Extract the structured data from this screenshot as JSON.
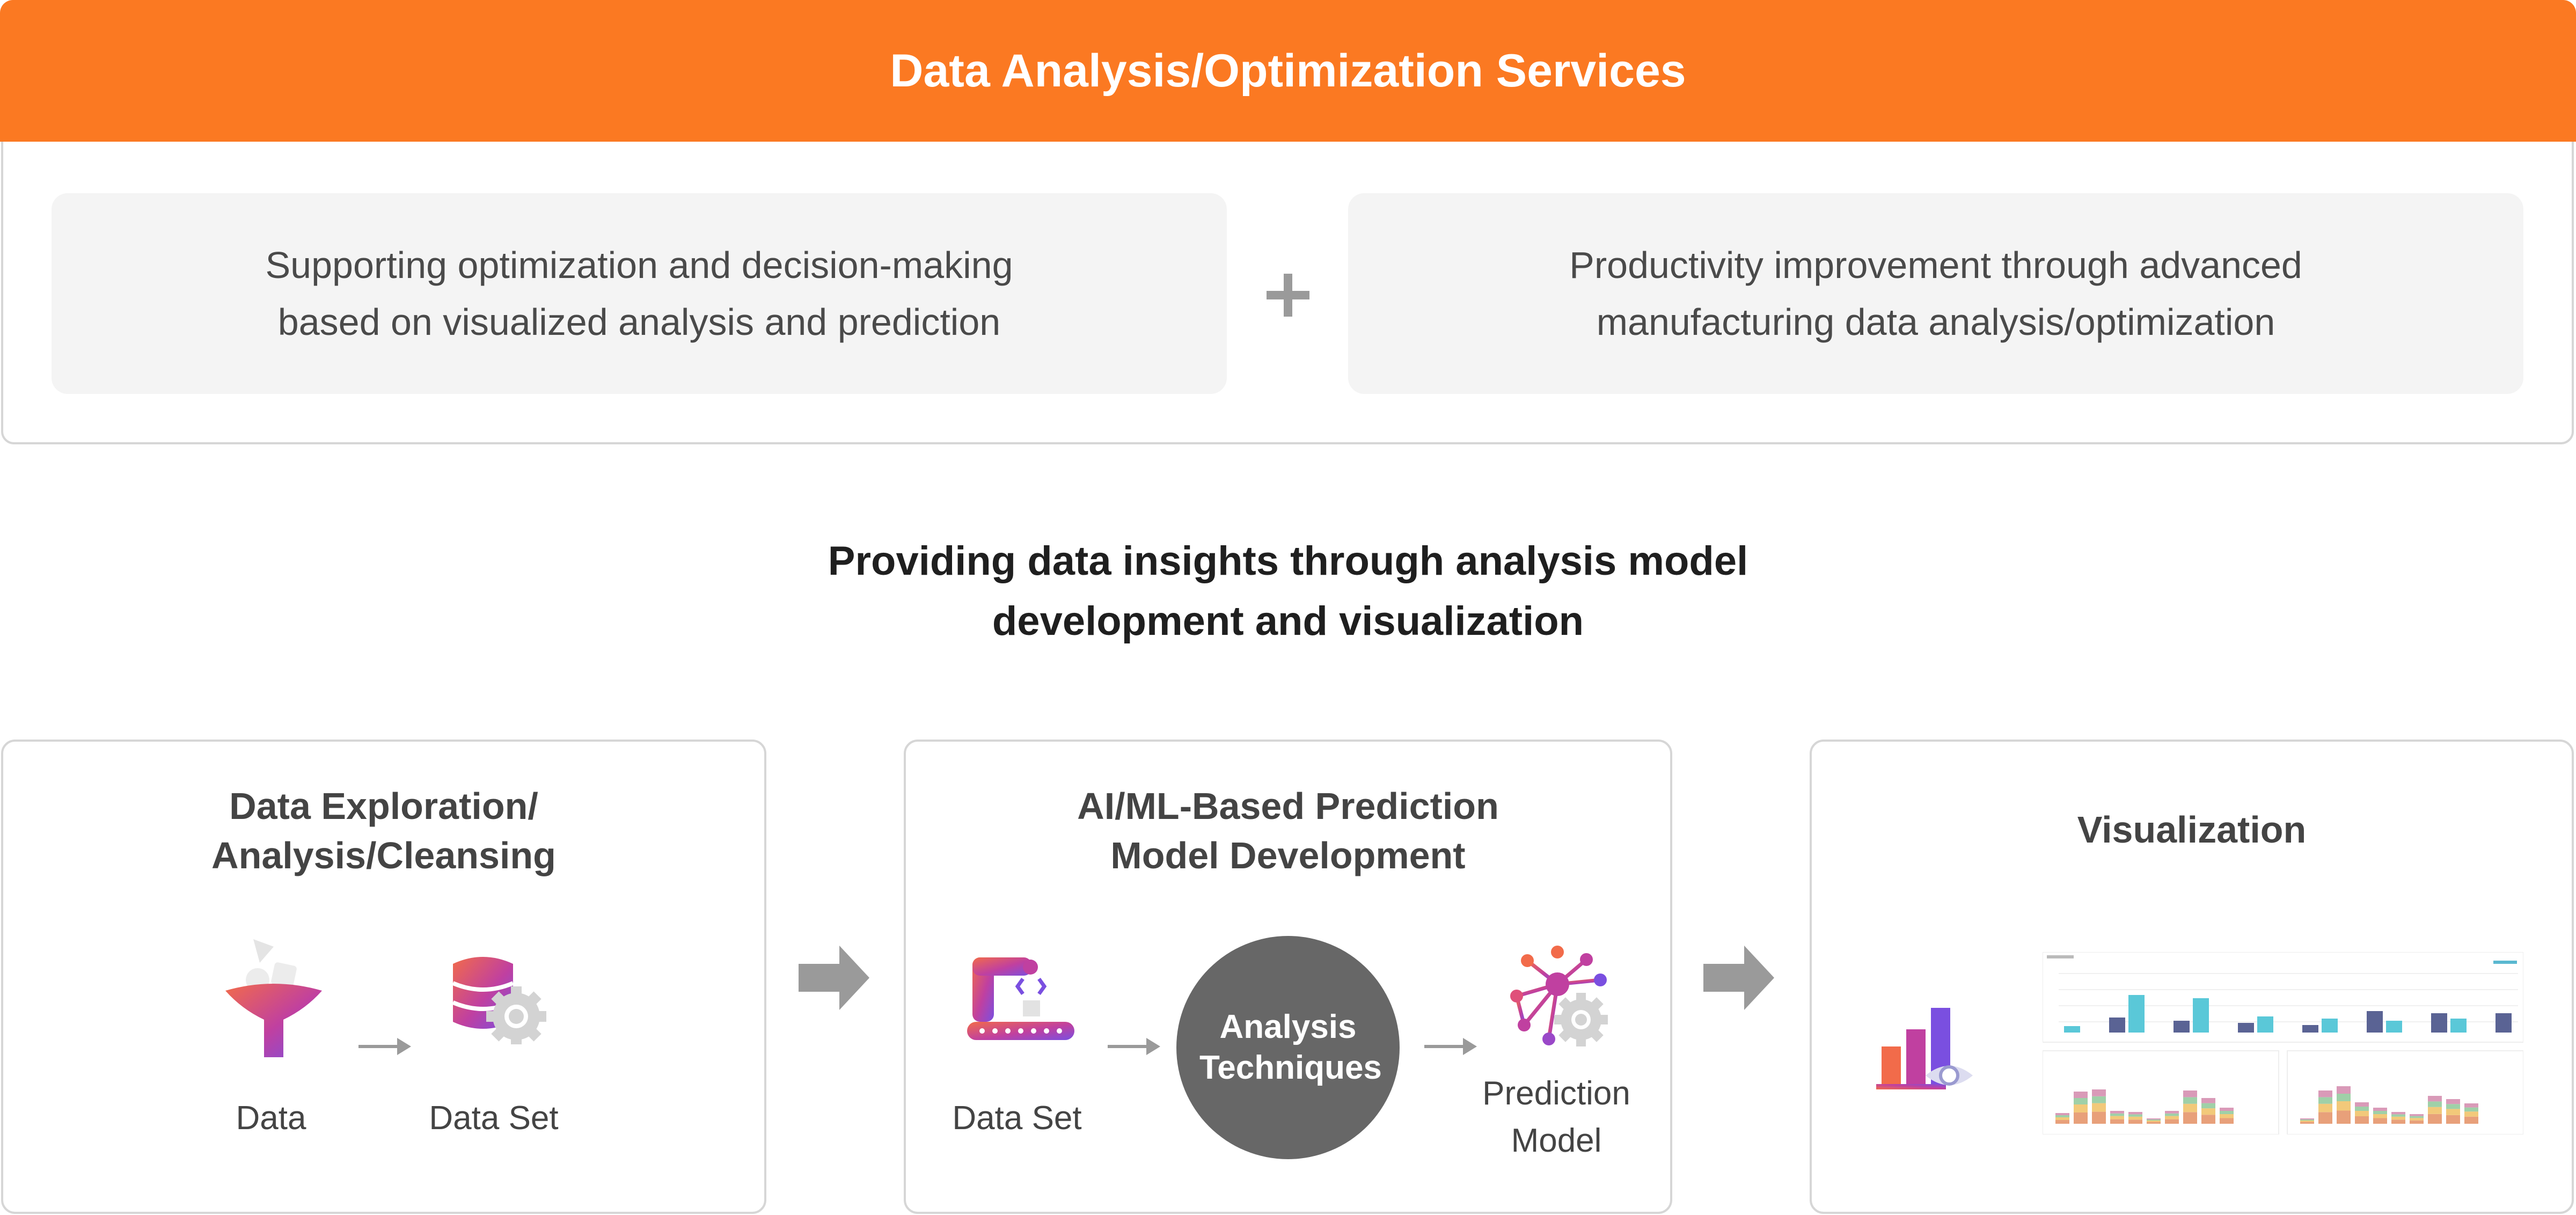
{
  "header": {
    "title": "Data Analysis/Optimization Services",
    "accent_color": "#FB7922"
  },
  "services": {
    "left": "Supporting optimization and decision-making based on visualized analysis and prediction",
    "right": "Productivity improvement through advanced manufacturing data analysis/optimization",
    "joiner_icon": "plus-icon"
  },
  "headline": "Providing data insights through analysis model development and visualization",
  "steps": [
    {
      "title": "Data Exploration/ Analysis/Cleansing",
      "items": [
        "Data",
        "Data Set"
      ],
      "icons": [
        "funnel-icon",
        "database-icon"
      ]
    },
    {
      "title": "AI/ML-Based Prediction Model Development",
      "items": [
        "Data Set",
        "Prediction Model"
      ],
      "center": "Analysis Techniques",
      "icons": [
        "robot-arm-icon",
        "network-icon"
      ]
    },
    {
      "title": "Visualization",
      "icons": [
        "bar-eye-icon",
        "dashboard-thumbnail"
      ]
    }
  ],
  "gradient_colors": [
    "#F26B4A",
    "#C040A0",
    "#7A4FE0"
  ]
}
